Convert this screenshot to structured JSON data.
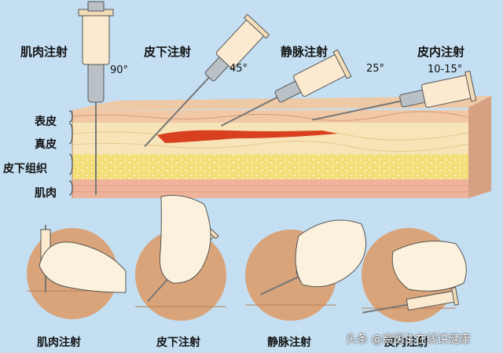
{
  "top_labels": {
    "im": "肌肉注射",
    "sc": "皮下注射",
    "iv": "静脉注射",
    "id": "皮内注射"
  },
  "angles": {
    "im": "90°",
    "sc": "45°",
    "iv": "25°",
    "id": "10-15°"
  },
  "layers": {
    "epidermis": "表皮",
    "dermis": "真皮",
    "subcutaneous": "皮下组织",
    "muscle": "肌肉"
  },
  "bottom_labels": {
    "im": "肌肉注射",
    "sc": "皮下注射",
    "iv": "静脉注射",
    "id": "皮内注射"
  },
  "watermark": "头条 @高医生在线讲健康",
  "colors": {
    "background": "#c4dff2",
    "epidermis": "#f1c9a6",
    "dermis": "#f7e4b8",
    "fat": "#f6e27a",
    "muscle": "#eeb39a",
    "vein": "#d8401f",
    "syringe_barrel": "#fbead0",
    "skin_circle": "#d9a47a"
  }
}
